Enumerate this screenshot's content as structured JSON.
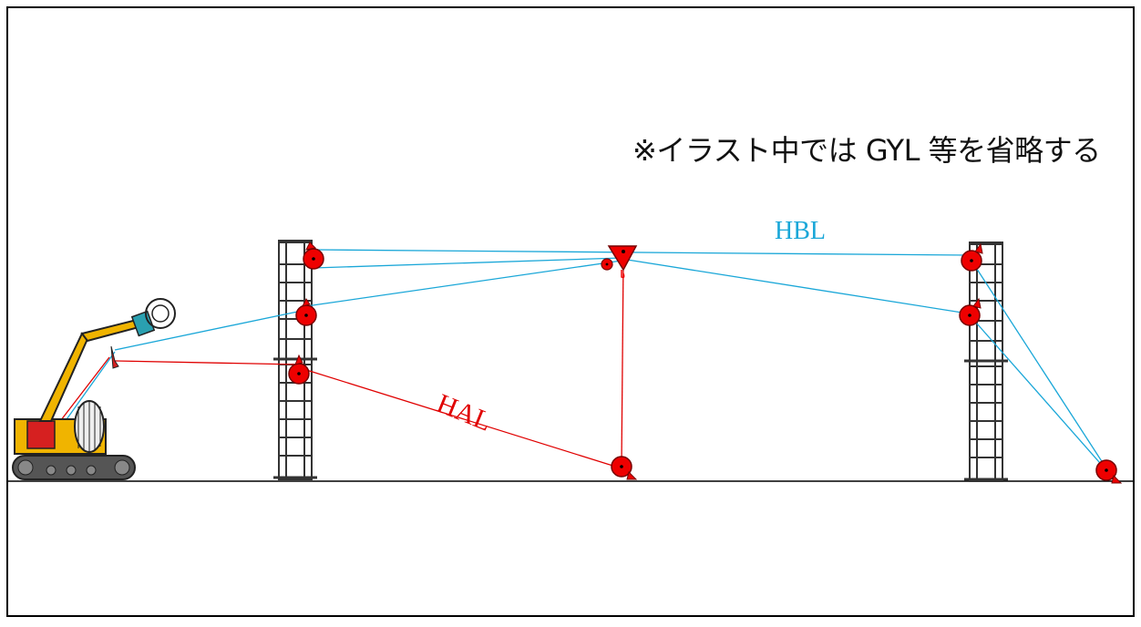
{
  "note": "※イラスト中では GYL 等を省略する",
  "labels": {
    "hbl": "HBL",
    "hal": "HAL"
  },
  "colors": {
    "hbl_line": "#1aa7d8",
    "hal_line": "#e00000",
    "pulley": "#e00000",
    "tower": "#444444",
    "machine_body": "#f0b400"
  }
}
